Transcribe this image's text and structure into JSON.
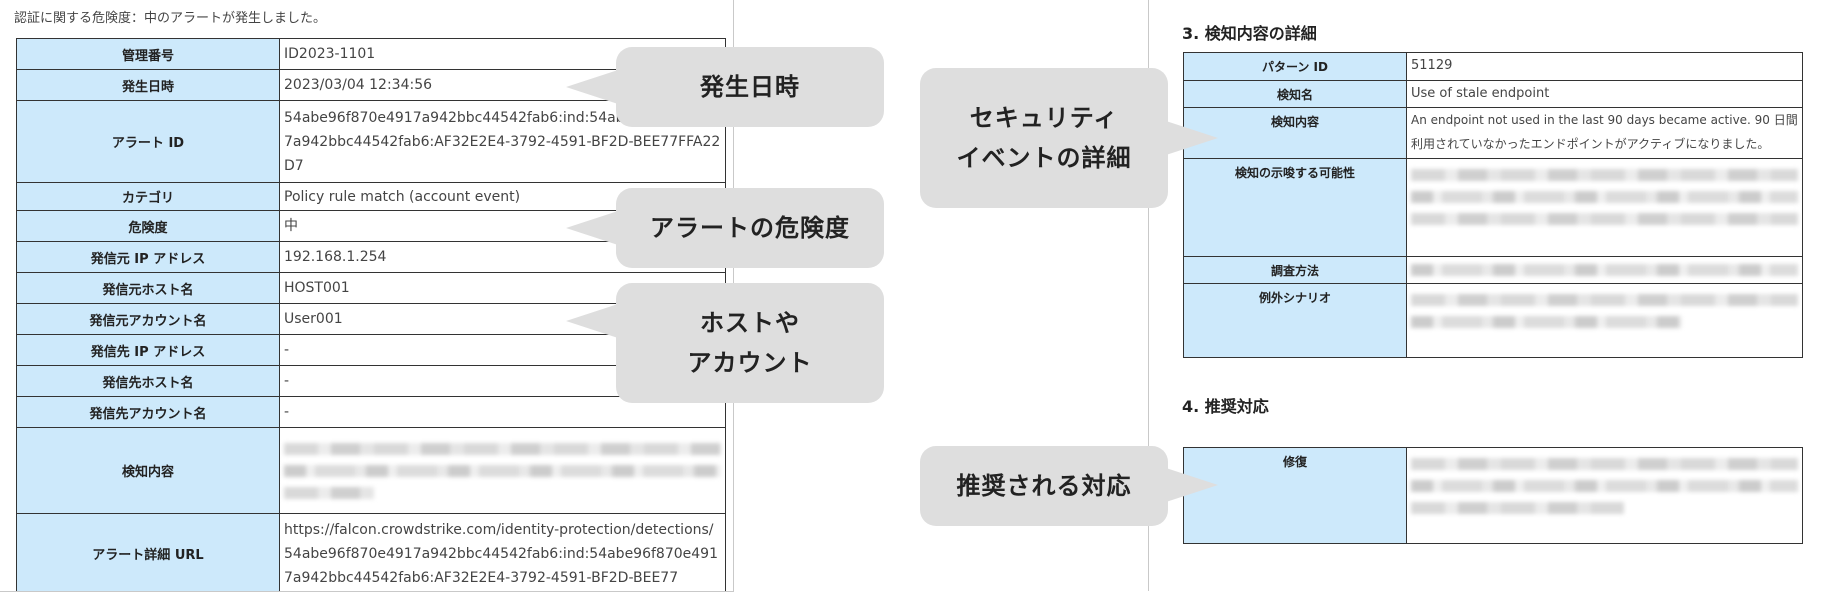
{
  "left_doc": {
    "heading": "認証に関する危険度：中のアラートが発生しました。",
    "rows": [
      {
        "key": "管理番号",
        "value": "ID2023-1101"
      },
      {
        "key": "発生日時",
        "value": "2023/03/04 12:34:56"
      },
      {
        "key": "アラート ID",
        "value": "54abe96f870e4917a942bbc44542fab6:ind:54abe96f870e4917a942bbc44542fab6:AF32E2E4-3792-4591-BF2D-BEE77FFA22D7"
      },
      {
        "key": "カテゴリ",
        "value": "Policy rule match (account event)"
      },
      {
        "key": "危険度",
        "value": "中"
      },
      {
        "key": "発信元 IP アドレス",
        "value": "192.168.1.254"
      },
      {
        "key": "発信元ホスト名",
        "value": "HOST001"
      },
      {
        "key": "発信元アカウント名",
        "value": "User001"
      },
      {
        "key": "発信先 IP アドレス",
        "value": "-"
      },
      {
        "key": "発信先ホスト名",
        "value": "-"
      },
      {
        "key": "発信先アカウント名",
        "value": "-"
      },
      {
        "key": "検知内容",
        "value": ""
      },
      {
        "key": "アラート詳細 URL",
        "value": "https://falcon.crowdstrike.com/identity-protection/detections/54abe96f870e4917a942bbc44542fab6:ind:54abe96f870e4917a942bbc44542fab6:AF32E2E4-3792-4591-BF2D-BEE77"
      }
    ]
  },
  "right_doc": {
    "section3_title": "3. 検知内容の詳細",
    "section3_rows": [
      {
        "key": "パターン ID",
        "value": "51129"
      },
      {
        "key": "検知名",
        "value": "Use of stale endpoint"
      },
      {
        "key": "検知内容",
        "value": "An endpoint not used in the last 90 days became active. 90 日間利用されていなかったエンドポイントがアクティブになりました。"
      },
      {
        "key": "検知の示唆する可能性",
        "value": ""
      },
      {
        "key": "調査方法",
        "value": ""
      },
      {
        "key": "例外シナリオ",
        "value": ""
      }
    ],
    "section4_title": "4. 推奨対応",
    "section4_rows": [
      {
        "key": "修復",
        "value": ""
      }
    ]
  },
  "callouts": {
    "occurrence_time": "発生日時",
    "alert_severity": "アラートの危険度",
    "host_account": "ホストや\nアカウント",
    "security_event": "セキュリティ\nイベントの詳細",
    "recommended_response": "推奨される対応"
  },
  "colors": {
    "header_cell": "#cde9fb",
    "callout_bg": "#dedede",
    "border": "#333333"
  }
}
